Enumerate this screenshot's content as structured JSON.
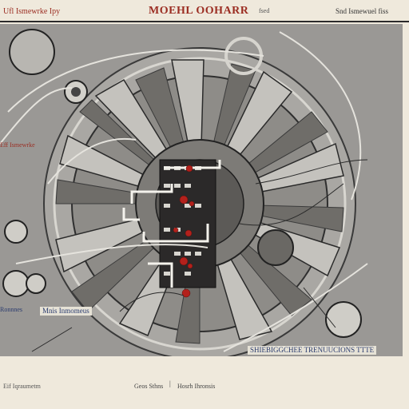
{
  "header": {
    "left_text": "Ufl Ismewrke Ipy",
    "title": "MOEHL OOHARR",
    "mid_text": "fsed",
    "right_text": "Snd Ismewuel fiss"
  },
  "labels": {
    "side_left": "Eff Ismewrke",
    "caption_left": "Mnis Inmomeus",
    "caption_low": "Ronnnes",
    "caption_bottom": "SHIEBIGGCHEE TRENUUCIONS TTTE"
  },
  "footer": {
    "left_text": "Eif Iqraumetm",
    "mid_text": "Geos Sthns",
    "tick": "|",
    "right_text": "Hosrh Ihronsis"
  },
  "colors": {
    "paper": "#efe9dc",
    "plate": "#9a9895",
    "ink": "#2b2b2b",
    "accent_red": "#b3211c",
    "accent_blue": "#2a3b6e"
  }
}
